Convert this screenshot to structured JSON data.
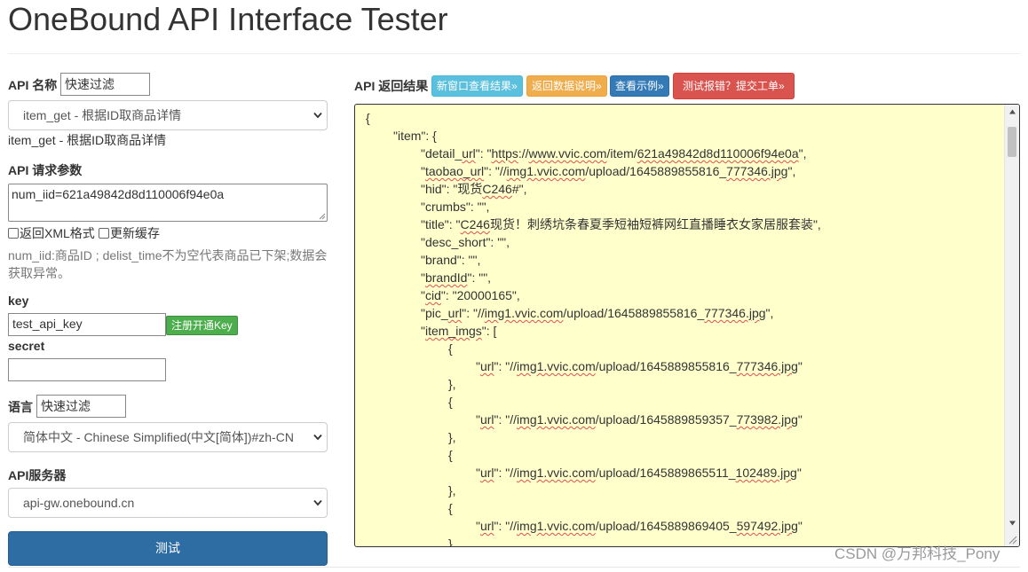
{
  "page": {
    "title": "OneBound API Interface Tester"
  },
  "left": {
    "api_name_label": "API 名称",
    "api_filter_value": "快速过滤",
    "api_selected": "item_get - 根据ID取商品详情",
    "api_description": "item_get - 根据ID取商品详情",
    "params_label": "API 请求参数",
    "params_value": "num_iid=621a49842d8d110006f94e0a",
    "xml_checkbox_label": "返回XML格式",
    "cache_checkbox_label": "更新缓存",
    "params_hint": "num_iid:商品ID ; delist_time不为空代表商品已下架;数据会获取异常。",
    "key_label": "key",
    "key_value": "test_api_key",
    "register_key_button": "注册开通Key",
    "secret_label": "secret",
    "secret_value": "",
    "lang_label": "语言",
    "lang_filter_value": "快速过滤",
    "lang_selected": "简体中文 - Chinese Simplified(中文[简体])#zh-CN",
    "server_label": "API服务器",
    "server_selected": "api-gw.onebound.cn",
    "test_button": "测试"
  },
  "right": {
    "result_label": "API 返回结果",
    "new_window_button": "新窗口查看结果»",
    "data_doc_button": "返回数据说明»",
    "example_button": "查看示例»",
    "report_button": "测试报错？提交工单»"
  },
  "result_json_lines": [
    {
      "indent": 0,
      "parts": [
        {
          "t": "{"
        }
      ]
    },
    {
      "indent": 1,
      "parts": [
        {
          "t": "\"item\": {"
        }
      ]
    },
    {
      "indent": 2,
      "parts": [
        {
          "t": "\"detail_"
        },
        {
          "t": "url",
          "sq": true
        },
        {
          "t": "\": \""
        },
        {
          "t": "https",
          "sq": true
        },
        {
          "t": "://"
        },
        {
          "t": "www.vvic.com",
          "sq": true
        },
        {
          "t": "/item/"
        },
        {
          "t": "621a49842d8d110006f94e0a",
          "sq": true
        },
        {
          "t": "\","
        }
      ]
    },
    {
      "indent": 2,
      "parts": [
        {
          "t": "\""
        },
        {
          "t": "taobao_url",
          "sq": true
        },
        {
          "t": "\": \"//"
        },
        {
          "t": "img1.vvic.com",
          "sq": true
        },
        {
          "t": "/upload/1645889855816_"
        },
        {
          "t": "777346.jpg",
          "sq": true
        },
        {
          "t": "\","
        }
      ]
    },
    {
      "indent": 2,
      "parts": [
        {
          "t": "\"hid\": \"现货"
        },
        {
          "t": "C246",
          "sq": true
        },
        {
          "t": "#\","
        }
      ]
    },
    {
      "indent": 2,
      "parts": [
        {
          "t": "\"crumbs\": \"\","
        }
      ]
    },
    {
      "indent": 2,
      "parts": [
        {
          "t": "\"title\": \""
        },
        {
          "t": "C246",
          "sq": true
        },
        {
          "t": "现货！刺绣坑条春夏季短袖短裤网红直播睡衣女家居服套装\","
        }
      ]
    },
    {
      "indent": 2,
      "parts": [
        {
          "t": "\"desc_short\": \"\","
        }
      ]
    },
    {
      "indent": 2,
      "parts": [
        {
          "t": "\"brand\": \"\","
        }
      ]
    },
    {
      "indent": 2,
      "parts": [
        {
          "t": "\""
        },
        {
          "t": "brandId",
          "sq": true
        },
        {
          "t": "\": \"\","
        }
      ]
    },
    {
      "indent": 2,
      "parts": [
        {
          "t": "\""
        },
        {
          "t": "cid",
          "sq": true
        },
        {
          "t": "\": \"20000165\","
        }
      ]
    },
    {
      "indent": 2,
      "parts": [
        {
          "t": "\"pic_"
        },
        {
          "t": "url",
          "sq": true
        },
        {
          "t": "\": \"//"
        },
        {
          "t": "img1.vvic.com",
          "sq": true
        },
        {
          "t": "/upload/1645889855816_"
        },
        {
          "t": "777346.jpg",
          "sq": true
        },
        {
          "t": "\","
        }
      ]
    },
    {
      "indent": 2,
      "parts": [
        {
          "t": "\""
        },
        {
          "t": "item_imgs",
          "sq": true
        },
        {
          "t": "\": ["
        }
      ]
    },
    {
      "indent": 3,
      "parts": [
        {
          "t": "{"
        }
      ]
    },
    {
      "indent": 4,
      "parts": [
        {
          "t": "\""
        },
        {
          "t": "url",
          "sq": true
        },
        {
          "t": "\": \"//"
        },
        {
          "t": "img1.vvic.com",
          "sq": true
        },
        {
          "t": "/upload/1645889855816_"
        },
        {
          "t": "777346.jpg",
          "sq": true
        },
        {
          "t": "\""
        }
      ]
    },
    {
      "indent": 3,
      "parts": [
        {
          "t": "},"
        }
      ]
    },
    {
      "indent": 3,
      "parts": [
        {
          "t": "{"
        }
      ]
    },
    {
      "indent": 4,
      "parts": [
        {
          "t": "\""
        },
        {
          "t": "url",
          "sq": true
        },
        {
          "t": "\": \"//"
        },
        {
          "t": "img1.vvic.com",
          "sq": true
        },
        {
          "t": "/upload/1645889859357_"
        },
        {
          "t": "773982.jpg",
          "sq": true
        },
        {
          "t": "\""
        }
      ]
    },
    {
      "indent": 3,
      "parts": [
        {
          "t": "},"
        }
      ]
    },
    {
      "indent": 3,
      "parts": [
        {
          "t": "{"
        }
      ]
    },
    {
      "indent": 4,
      "parts": [
        {
          "t": "\""
        },
        {
          "t": "url",
          "sq": true
        },
        {
          "t": "\": \"//"
        },
        {
          "t": "img1.vvic.com",
          "sq": true
        },
        {
          "t": "/upload/1645889865511_"
        },
        {
          "t": "102489.jpg",
          "sq": true
        },
        {
          "t": "\""
        }
      ]
    },
    {
      "indent": 3,
      "parts": [
        {
          "t": "},"
        }
      ]
    },
    {
      "indent": 3,
      "parts": [
        {
          "t": "{"
        }
      ]
    },
    {
      "indent": 4,
      "parts": [
        {
          "t": "\""
        },
        {
          "t": "url",
          "sq": true
        },
        {
          "t": "\": \"//"
        },
        {
          "t": "img1.vvic.com",
          "sq": true
        },
        {
          "t": "/upload/1645889869405_"
        },
        {
          "t": "597492.jpg",
          "sq": true
        },
        {
          "t": "\""
        }
      ]
    },
    {
      "indent": 3,
      "parts": [
        {
          "t": "},"
        }
      ]
    }
  ],
  "watermark": "CSDN @万邦科技_Pony",
  "colors": {
    "primary": "#337ab7",
    "info": "#5bc0de",
    "warning": "#f0ad4e",
    "danger": "#d9534f",
    "success": "#4cae4c",
    "result_background": "#ffffcc"
  }
}
